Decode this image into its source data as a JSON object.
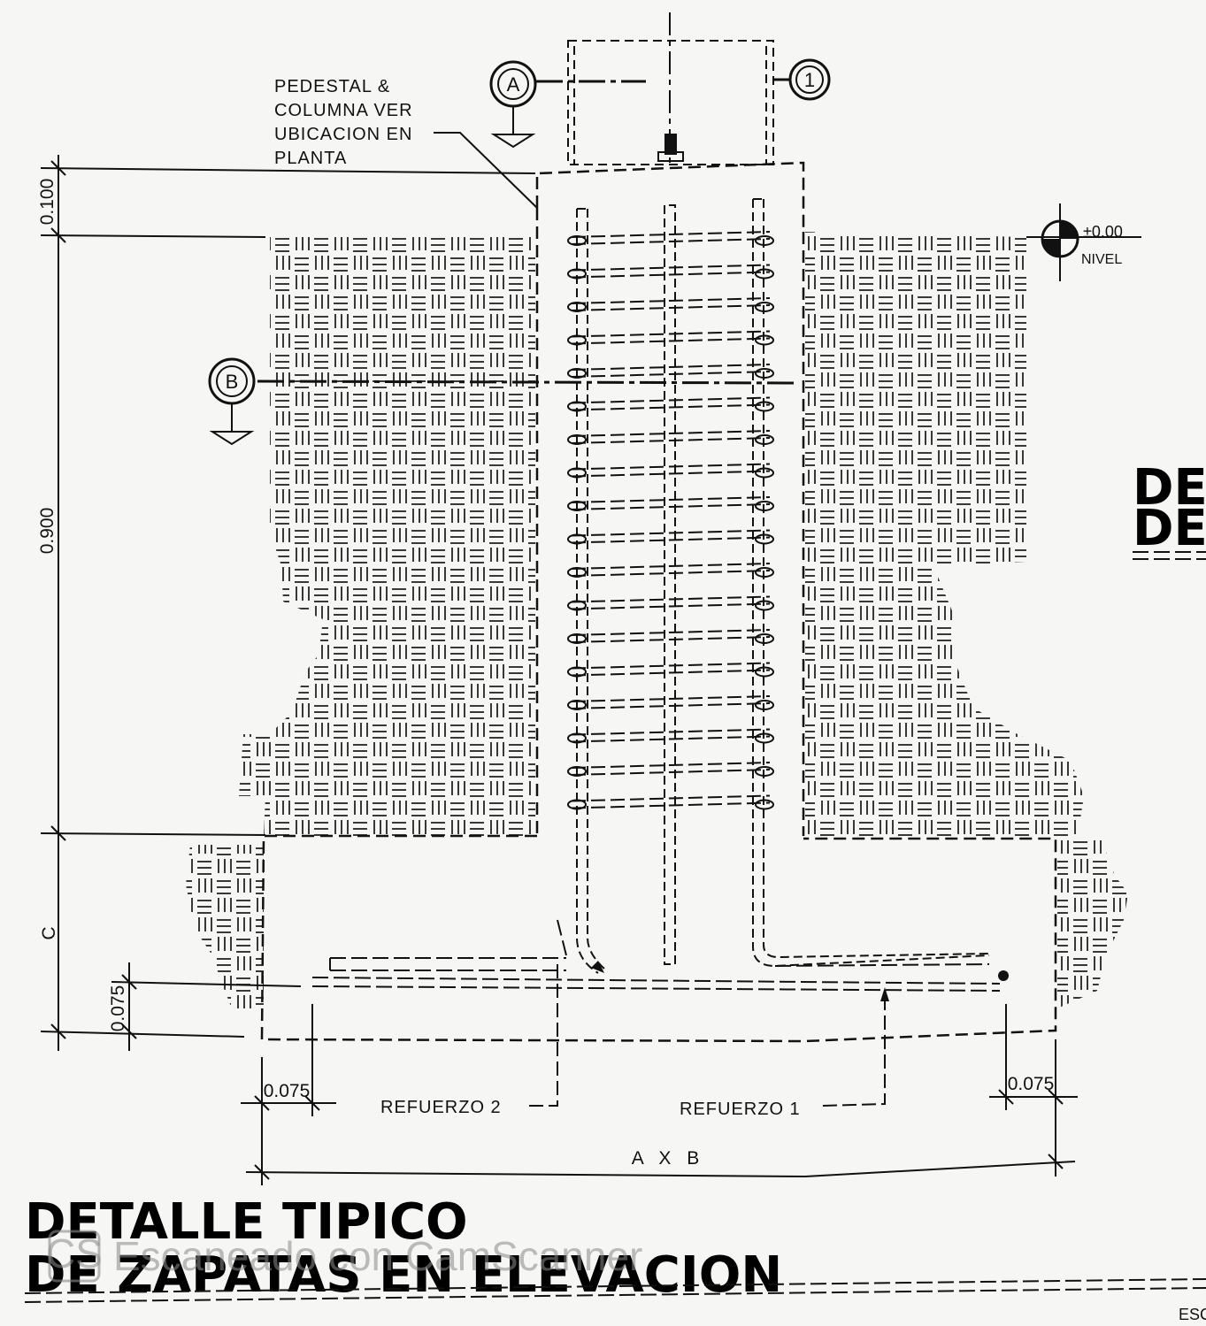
{
  "notes": {
    "pedestal": [
      "PEDESTAL &",
      "COLUMNA VER",
      "UBICACION EN",
      "PLANTA"
    ],
    "level_value": "±0.00",
    "level_label": "NIVEL"
  },
  "markers": {
    "section_a": "A",
    "section_b": "B",
    "axis": "1"
  },
  "dimensions": {
    "d_0100": "0.100",
    "d_0900": "0.900",
    "d_C": "C",
    "d_0075_left": "0.075",
    "d_0075_bottom_left": "0.075",
    "d_0075_bottom_right": "0.075",
    "d_AxB": "A X B"
  },
  "reinforcement": {
    "r2": "REFUERZO 2",
    "r1": "REFUERZO 1"
  },
  "title": {
    "line1": "DETALLE TIPICO",
    "line2": "DE ZAPATAS EN ELEVACION"
  },
  "side_title": {
    "line1": "DET",
    "line2": "DE"
  },
  "scale_label": "ESC",
  "watermark": {
    "badge": "CS",
    "text": "Escaneado con CamScanner"
  }
}
